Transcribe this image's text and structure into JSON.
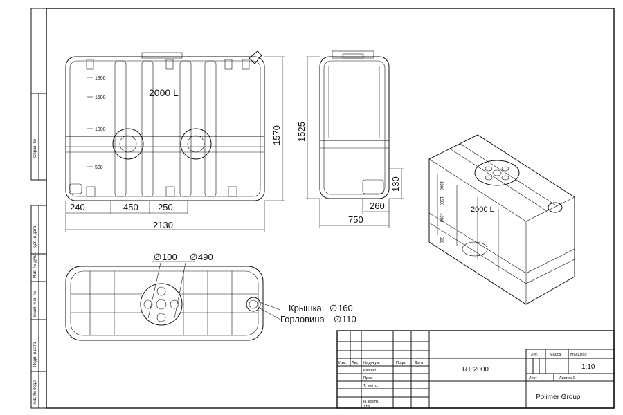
{
  "side_strip": {
    "labels": [
      "Справ. №",
      "Подп. и дата",
      "Инв. № дубл.",
      "Взам. инв. №",
      "Подп. и дата",
      "Инв. № подл."
    ]
  },
  "front_view": {
    "volume_label": "2000 L",
    "level_marks": [
      "1800",
      "1500",
      "1000",
      "500"
    ],
    "dims": {
      "height": "1570",
      "left_offset": "240",
      "hatch_spacing": "450",
      "hatch_offset": "250",
      "total_length": "2130"
    }
  },
  "side_view": {
    "dims": {
      "height": "1525",
      "outlet_height": "130",
      "outlet_offset": "260",
      "width": "750"
    }
  },
  "top_view": {
    "dims": {
      "small_dia": "100",
      "large_dia": "490",
      "lid": "Крышка",
      "lid_dia": "160",
      "neck": "Горловина",
      "neck_dia": "110",
      "dia_symbol": "∅"
    }
  },
  "iso_view": {
    "volume_label": "2000 L",
    "level_marks": [
      "1800",
      "1500",
      "1000",
      "500"
    ]
  },
  "title_block": {
    "headers": {
      "izm": "Изм.",
      "list": "Лист",
      "doc": "№ докум.",
      "sign": "Подп.",
      "date": "Дата"
    },
    "roles": {
      "razrab": "Разраб.",
      "prov": "Пров.",
      "tkontr": "Т. контр.",
      "nkontr": "Н. контр.",
      "utv": "Утв."
    },
    "designation": "RT 2000",
    "lit": "Лит.",
    "mass": "Масса",
    "scale_label": "Масштаб",
    "scale": "1:10",
    "sheet": "Лист",
    "sheets": "Листов 1",
    "company": "Polimer Group"
  }
}
